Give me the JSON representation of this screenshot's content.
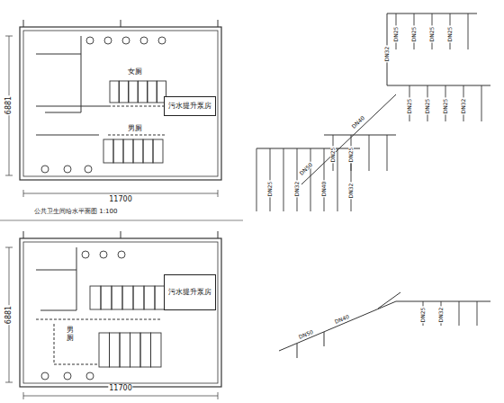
{
  "diagram": {
    "caption": "公共卫生间给水平面图 1:100",
    "nodes": [
      {
        "text": [
          "污水提升泵房"
        ]
      },
      {
        "text": [
          "污水提升泵房"
        ]
      }
    ],
    "labels": [
      "6881",
      "11700",
      "女厕",
      "男厕",
      "6881",
      "11700",
      "男厕",
      "DN25",
      "DN25",
      "DN25",
      "DN25",
      "DN32",
      "DN25",
      "DN25",
      "DN25",
      "DN32",
      "DN40",
      "DN50",
      "DN25",
      "DN25",
      "DN25",
      "DN32",
      "DN40",
      "DN32",
      "DN25",
      "DN32",
      "DN40",
      "DN50"
    ]
  }
}
